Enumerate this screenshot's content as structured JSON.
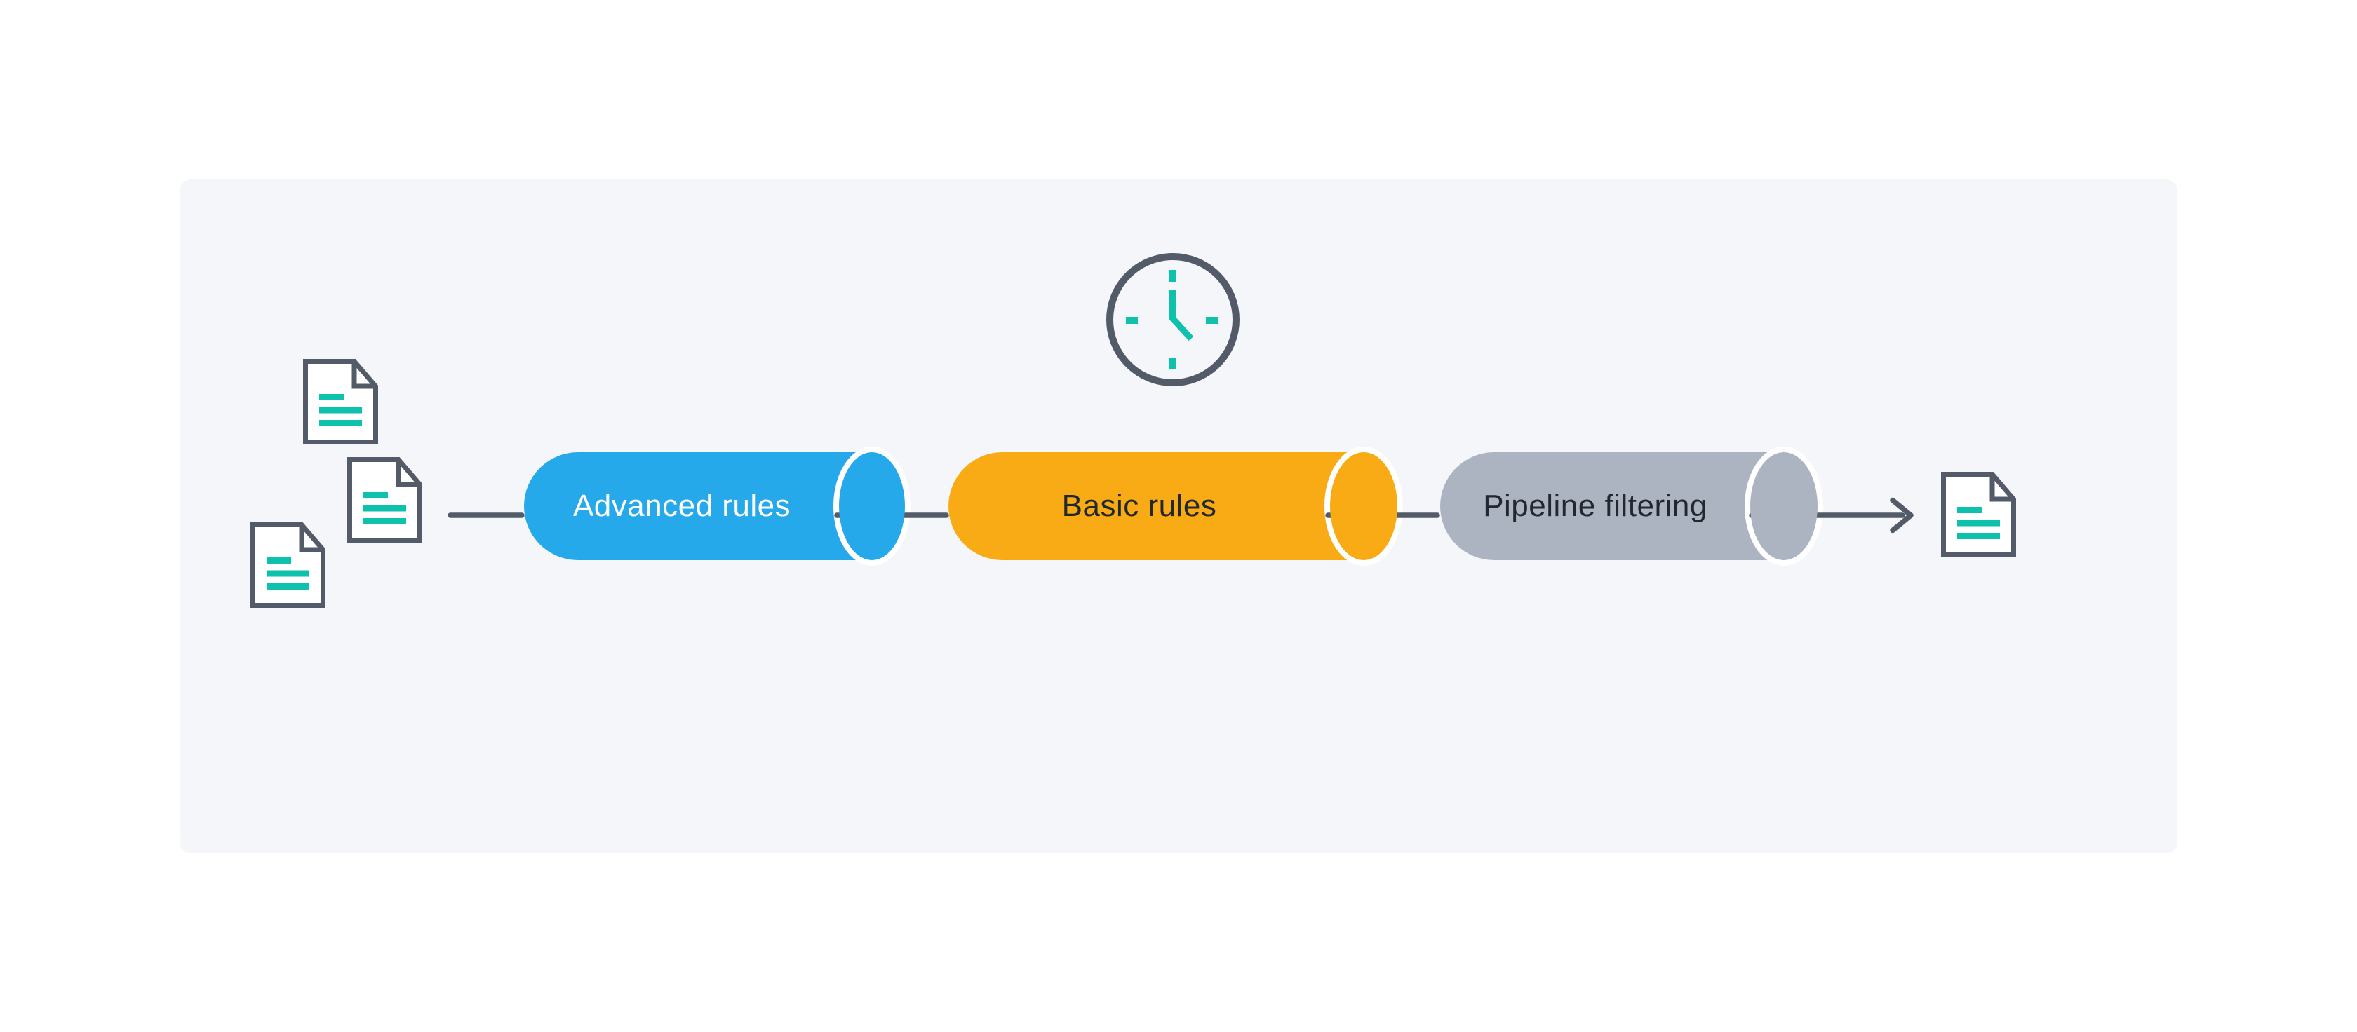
{
  "colors": {
    "page-bg": "#ffffff",
    "panel-bg": "#f4f6f9",
    "slate": "#525b67",
    "teal": "#0dc1ac",
    "doc-fill": "#ffffff",
    "stage-advanced": "#26a9ea",
    "stage-basic": "#f8ab14",
    "stage-pipeline": "#acb4c2",
    "label-dark": "#23272f",
    "label-light": "#ffffff"
  },
  "stages": [
    {
      "id": "advanced-rules",
      "label": "Advanced rules",
      "color": "#26a9ea"
    },
    {
      "id": "basic-rules",
      "label": "Basic rules",
      "color": "#f8ab14"
    },
    {
      "id": "pipeline-filtering",
      "label": "Pipeline filtering",
      "color": "#acb4c2"
    }
  ],
  "icons": {
    "input_documents": "document-icon",
    "input_document_count": 3,
    "output_document": "document-icon",
    "timer": "clock-icon",
    "arrow": "arrow-right-icon"
  }
}
